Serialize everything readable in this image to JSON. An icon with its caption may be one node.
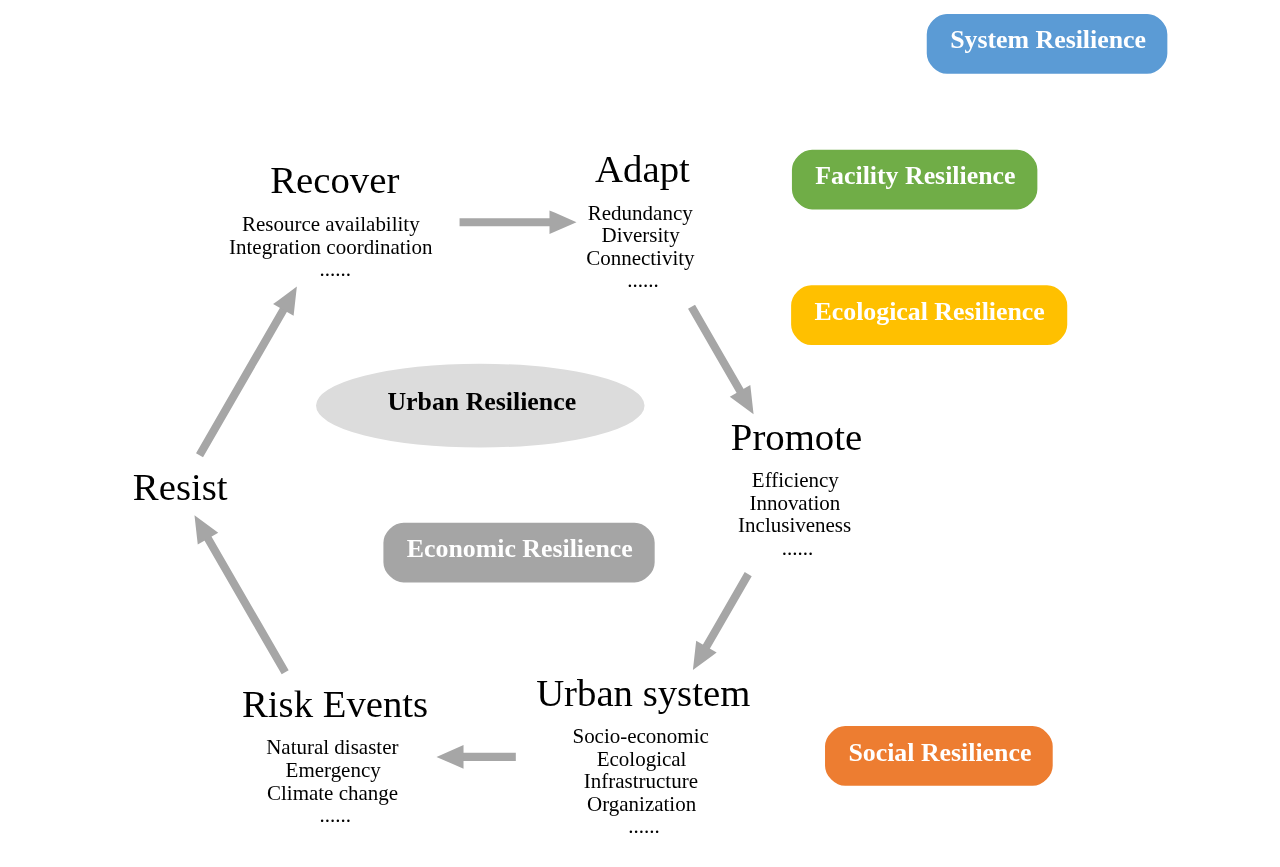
{
  "diagram": {
    "nodes": [
      {
        "text": [
          "Urban system"
        ],
        "beside": [
          "Socio-economic",
          "Ecological",
          "Infrastructure",
          "Organization",
          "......"
        ]
      },
      {
        "text": [
          "Risk Events"
        ],
        "beside": [
          "Natural disaster",
          "Emergency",
          "Climate change",
          "......"
        ]
      },
      {
        "text": [
          "Facility Resilience"
        ]
      },
      {
        "text": [
          "Social Resilience"
        ]
      },
      {
        "text": [
          "Promote"
        ],
        "beside": [
          "Efficiency",
          "Innovation",
          "Inclusiveness",
          "......"
        ]
      },
      {
        "text": [
          "Urban Resilience"
        ]
      },
      {
        "text": [
          "Economic Resilience"
        ]
      },
      {
        "text": [
          "Resist"
        ]
      },
      {
        "text": [
          "System Resilience"
        ]
      },
      {
        "text": [
          "Ecological Resilience"
        ]
      },
      {
        "text": [
          "Adapt"
        ],
        "beside": [
          "Redundancy",
          "Diversity",
          "Connectivity",
          "......"
        ]
      },
      {
        "text": [
          "Recover"
        ],
        "beside": [
          "Resource availability",
          "Integration coordination",
          "......"
        ]
      }
    ],
    "edges": [
      {
        "from": 0,
        "to": 1,
        "arrow": "to"
      },
      {
        "from": 1,
        "to": 7,
        "arrow": "to"
      },
      {
        "from": 7,
        "to": 11,
        "arrow": "to"
      },
      {
        "from": 11,
        "to": 10,
        "arrow": "to"
      },
      {
        "from": 10,
        "to": 4,
        "arrow": "to"
      },
      {
        "from": 4,
        "to": 0,
        "arrow": "to"
      }
    ]
  }
}
